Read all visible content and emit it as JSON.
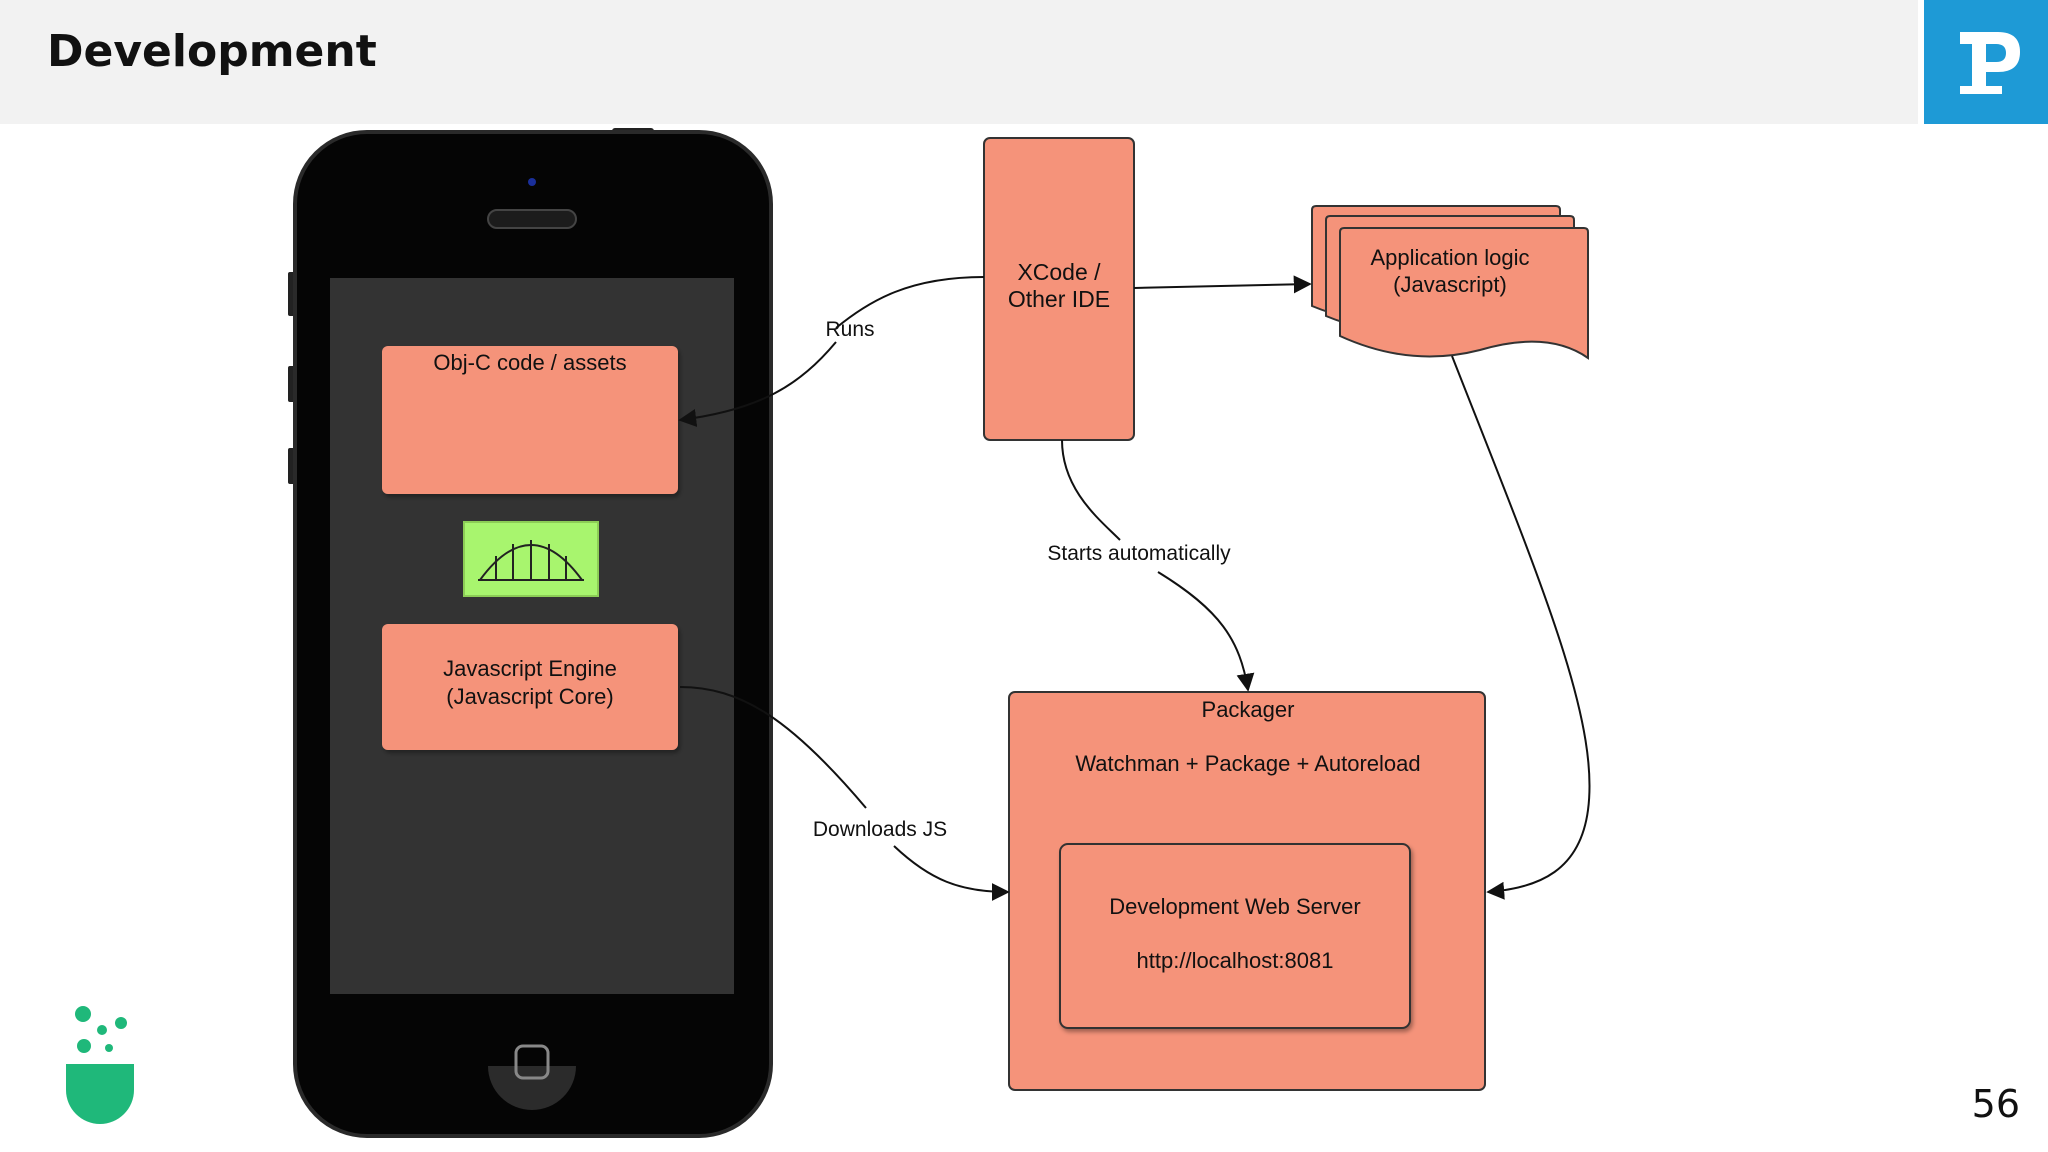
{
  "slide": {
    "title": "Development",
    "page_number": "56"
  },
  "diagram": {
    "nodes": {
      "objc": "Obj-C code / assets",
      "jsengine_line1": "Javascript Engine",
      "jsengine_line2": "(Javascript Core)",
      "xcode_line1": "XCode /",
      "xcode_line2": "Other IDE",
      "applogic_line1": "Application logic",
      "applogic_line2": "(Javascript)",
      "packager_title": "Packager",
      "packager_subtitle": "Watchman + Package + Autoreload",
      "devserver_line1": "Development Web Server",
      "devserver_line2": "http://localhost:8081"
    },
    "edges": {
      "runs": "Runs",
      "starts": "Starts automatically",
      "downloads": "Downloads JS"
    }
  },
  "colors": {
    "salmon": "#f5937a",
    "bridge_green": "#a8f56e",
    "logo_blue": "#1e9ad6",
    "brand_green": "#1fb87a"
  },
  "icons": [
    "logo-p-icon",
    "bridge-icon",
    "brand-flask-icon",
    "home-button-icon"
  ]
}
